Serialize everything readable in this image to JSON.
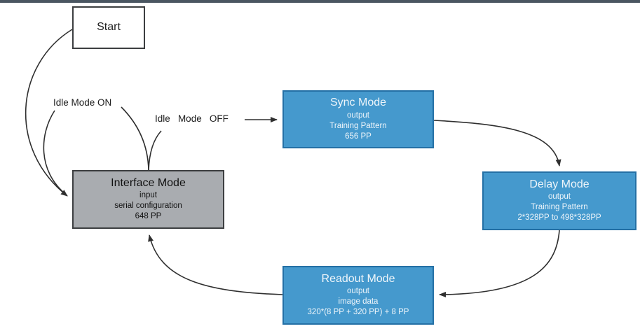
{
  "colors": {
    "top_bar": "#4a5661",
    "background": "#ffffff",
    "node_blue_fill": "#4599cd",
    "node_blue_border": "#2470a5",
    "node_blue_text": "#eef5fa",
    "node_gray_fill": "#a9acb0",
    "node_gray_border": "#3c3e40",
    "node_gray_text": "#111111",
    "start_fill": "#ffffff",
    "start_border": "#3c3e40",
    "edge_color": "#2f2f2f"
  },
  "nodes": {
    "start": {
      "title": "Start"
    },
    "interface": {
      "title": "Interface Mode",
      "lines": [
        "input",
        "serial configuration",
        "648 PP"
      ]
    },
    "sync": {
      "title": "Sync Mode",
      "lines": [
        "output",
        "Training Pattern",
        "656 PP"
      ]
    },
    "delay": {
      "title": "Delay Mode",
      "lines": [
        "output",
        "Training Pattern",
        "2*328PP to 498*328PP"
      ]
    },
    "readout": {
      "title": "Readout Mode",
      "lines": [
        "output",
        "image data",
        "320*(8 PP + 320 PP) + 8 PP"
      ]
    }
  },
  "edge_labels": {
    "idle_on": "Idle Mode ON",
    "idle_off": "Idle Mode OFF"
  }
}
